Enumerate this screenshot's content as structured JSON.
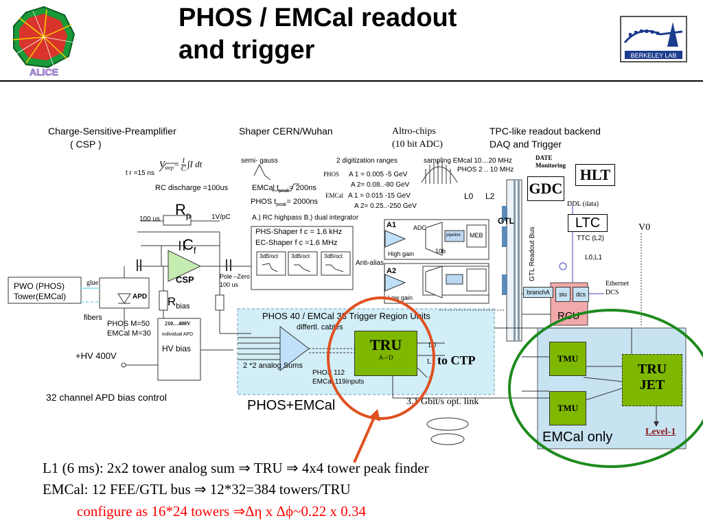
{
  "slide": {
    "title_line1": "PHOS / EMCal readout",
    "title_line2": "and trigger",
    "alice_logo_text": "ALICE",
    "berkeley_logo_text": "BERKELEY LAB"
  },
  "sections": {
    "csp_title": "Charge-Sensitive-Preamplifier",
    "csp_abbrev": "( CSP )",
    "shaper_title": "Shaper CERN/Wuhan",
    "altro_line1": "Altro-chips",
    "altro_line2": "(10 bit ADC)",
    "tpc_line1": "TPC-like readout backend",
    "tpc_line2": "DAQ and Trigger"
  },
  "csp": {
    "formula_lhs": "V",
    "formula_sub": "step",
    "formula_eq": "=",
    "formula_num": "1",
    "formula_den": "C",
    "formula_rhs": "I dt",
    "tr": "t r =15 ns",
    "rc_discharge": "RC discharge =100us",
    "time_100us": "100 us",
    "rp": "R",
    "rp_sub": "p",
    "cf": "C",
    "cf_sub": "f",
    "v_per_pc": "1V/pC",
    "csp_label": "CSP",
    "r_bias": "R",
    "r_bias_sub": "bias",
    "apd": "APD",
    "glue": "glue",
    "fibers": "fibers",
    "pwo_line1": "PWO (PHOS)",
    "pwo_line2": "Tower(EMCal)",
    "phos_m": "PHOS M=50",
    "emcal_m": "EMCal M=30",
    "hv_range": "210…400V",
    "hv_individual": "individual APD",
    "hv_bias": "HV bias",
    "hv_400": "+HV 400V",
    "apd_bias_control": "32 channel APD  bias control",
    "pole_zero": "Pole –Zero",
    "pole_zero_time": "100 us"
  },
  "shaper": {
    "semi_gauss": "semi-  gauss",
    "emcal_tpeak": "EMCal  t",
    "emcal_tpeak_sub": "peak",
    "emcal_tpeak_val": "= 200ns",
    "phos_tpeak": "PHOS  t",
    "phos_tpeak_sub": "peak",
    "phos_tpeak_val": "= 2000ns",
    "highpass": "A.) RC highpass B.) dual integrator",
    "phs_shaper": "PHS-Shaper f c = 1.6 kHz",
    "ec_shaper": "EC-Shaper f c =1.6 MHz",
    "db_oct": [
      "3dB/oct",
      "3dB/oct",
      "3dB/oct"
    ],
    "digit_ranges": "2 digitization ranges",
    "phos_label": "PHOS",
    "emcal_label": "EMCal",
    "phos_a1": "A 1 = 0.005 -5 GeV",
    "phos_a2": "A 2= 0.08..-80 GeV",
    "emcal_a1": "A 1 = 0.015 -15 GeV",
    "emcal_a2": "A 2= 0.25..-250 GeV",
    "sampling": "sampling EMcal 10…20 MHz",
    "sampling_phos": "PHOS  2 .. 10 MHz",
    "a1": "A1",
    "a2": "A2",
    "adc": "ADC",
    "pipeline": "pipeline",
    "meb": "MEB",
    "high_gain": "High gain",
    "low_gain": "Low gain",
    "ten_b": "10b",
    "anti_alias": "Anti-alias"
  },
  "backend": {
    "l0": "L0",
    "l2": "L2",
    "gtl": "GTL",
    "gtl_bus": "GTL  Readout Bus",
    "date_line1": "DATE",
    "date_line2": "Monitoring",
    "hlt": "HLT",
    "gdc": "GDC",
    "ddl": "DDL (data)",
    "ltc": "LTC",
    "ttc": "TTC (L2)",
    "l0l1": "L0,L1",
    "v0": "V0",
    "branch_a": "branchA",
    "siu": "siu",
    "dcs": "dcs",
    "rcu": "RCU",
    "ethernet": "Ethernet",
    "ethernet_dcs": "DCS"
  },
  "trigger": {
    "region_title": "PHOS 40 / EMCal 33 Trigger Region Units",
    "differtl": "differtl. cables",
    "analog_sums": "2 *2   analog Sums",
    "tru": "TRU",
    "tru_sub": "A->D",
    "l0": "L0",
    "l1": "L1",
    "three": "3",
    "to_ctp": "to CTP",
    "phos_112": "PHOS 112",
    "emcal_119": "EMCal 119inputs",
    "phos_emcal": "PHOS+EMCal",
    "opt_link": "3.1 Gbit/s opt. link",
    "tmu": "TMU",
    "tru_jet_line1": "TRU",
    "tru_jet_line2": "JET",
    "level1": "Level-1",
    "emcal_only": "EMCal only"
  },
  "bottom": {
    "line1": "L1 (6 ms): 2x2 tower analog sum ⇒ TRU ⇒ 4x4 tower peak finder",
    "line2": "EMCal: 12 FEE/GTL bus ⇒ 12*32=384 towers/TRU",
    "line3": "configure as 16*24 towers ⇒Δη x Δϕ~0.22 x 0.34"
  },
  "colors": {
    "accent_red": "#e05020",
    "green_ellipse": "#1e8a1e",
    "tru_green": "#7fb800",
    "region_blue": "#d2eef7",
    "rcu_pink": "#f3a9a9",
    "emcal_box_blue": "#c7e3f2",
    "bottom_red": "#ff0000"
  }
}
